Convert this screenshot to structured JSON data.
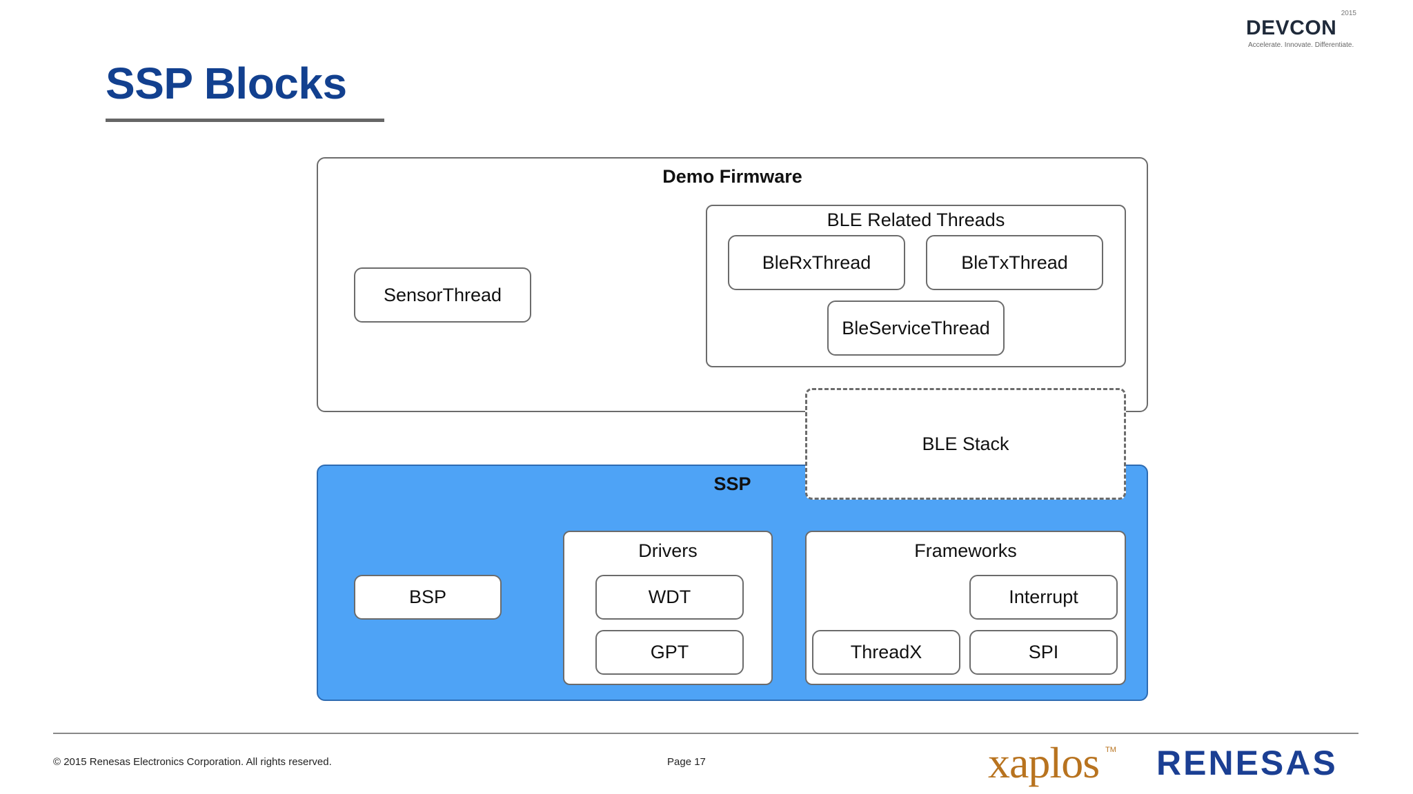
{
  "slide": {
    "title": "SSP Blocks"
  },
  "logo": {
    "devcon_word": "DEVCON",
    "devcon_year": "2015",
    "devcon_tagline": "Accelerate. Innovate. Differentiate."
  },
  "diagram": {
    "demo_firmware": {
      "label": "Demo Firmware",
      "sensor_thread": "SensorThread",
      "ble_threads": {
        "label": "BLE Related Threads",
        "rx": "BleRxThread",
        "tx": "BleTxThread",
        "service": "BleServiceThread"
      }
    },
    "ble_stack": "BLE Stack",
    "ssp": {
      "label": "SSP",
      "bsp": "BSP",
      "drivers": {
        "label": "Drivers",
        "wdt": "WDT",
        "gpt": "GPT"
      },
      "frameworks": {
        "label": "Frameworks",
        "interrupt": "Interrupt",
        "threadx": "ThreadX",
        "spi": "SPI"
      }
    }
  },
  "footer": {
    "copyright": "© 2015 Renesas Electronics Corporation. All rights reserved.",
    "page": "Page 17",
    "xaplos": "xaplos",
    "xaplos_tm": "TM",
    "renesas": "RENESAS"
  },
  "colors": {
    "title": "#12408f",
    "ssp_fill": "#4ea3f6",
    "xaplos": "#b8731f",
    "renesas": "#1b3f93"
  }
}
